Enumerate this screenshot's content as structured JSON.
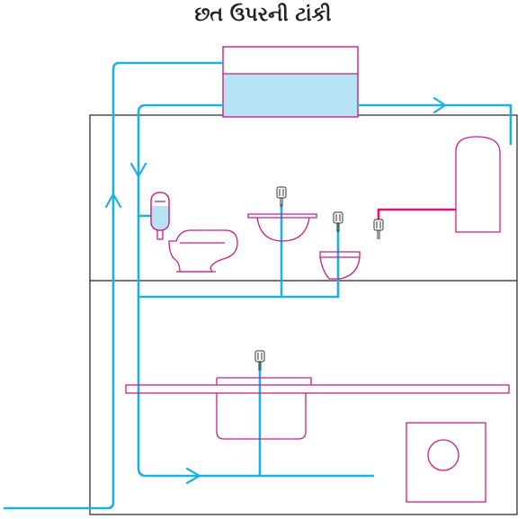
{
  "diagram": {
    "title": "છત ઉપરની ટાંકી",
    "colors": {
      "water_pipe": "#1ab2e3",
      "hot_pipe": "#e0127f",
      "fixture_outline": "#cc1d8a",
      "tank_water": "#b8e3f4",
      "building_line": "#222222"
    },
    "icons": [
      "overhead-tank",
      "cistern",
      "toilet",
      "wash-basin",
      "tap",
      "wall-basin",
      "water-heater",
      "kitchen-sink",
      "washing-machine",
      "arrow"
    ]
  }
}
